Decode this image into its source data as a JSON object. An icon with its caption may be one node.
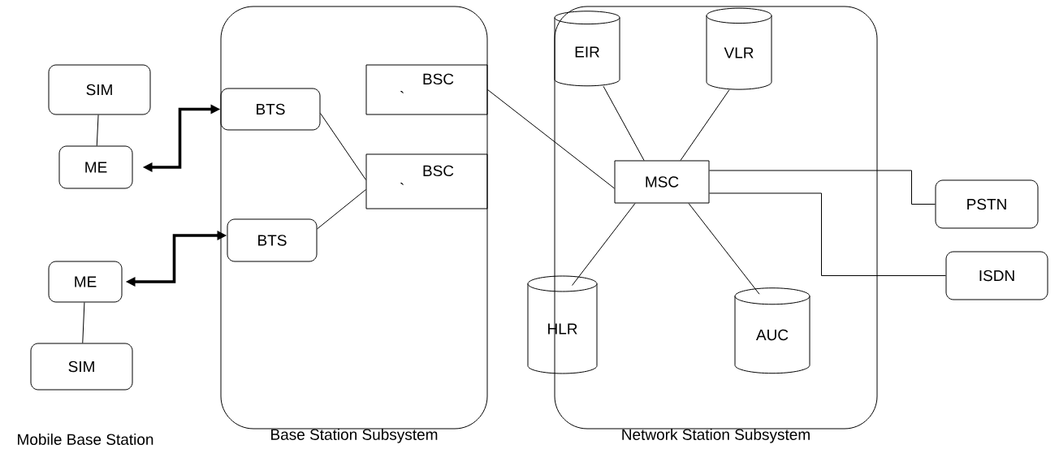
{
  "diagram": {
    "nodes": [
      {
        "text": [],
        "shape": "box",
        "beside": [
          "Base Station Subsystem"
        ]
      },
      {
        "text": [],
        "shape": "box",
        "beside": [
          "Network Station Subsystem"
        ]
      },
      {
        "text": [
          "SIM"
        ]
      },
      {
        "text": [
          "ME"
        ]
      },
      {
        "text": [
          "BTS"
        ],
        "in": 0
      },
      {
        "text": [
          "BSC",
          "`"
        ],
        "in": 0
      },
      {
        "text": [
          "BSC",
          "`"
        ],
        "in": 0
      },
      {
        "text": [
          "BTS"
        ],
        "in": 0
      },
      {
        "text": [
          "ME"
        ]
      },
      {
        "text": [
          "SIM"
        ]
      },
      {
        "text": [
          "EIR"
        ],
        "in": 1
      },
      {
        "text": [
          "VLR"
        ],
        "in": 1
      },
      {
        "text": [
          "MSC"
        ],
        "in": 1
      },
      {
        "text": [
          "PSTN"
        ]
      },
      {
        "text": [
          "ISDN"
        ]
      },
      {
        "text": [
          "HLR"
        ]
      },
      {
        "text": [
          "AUC"
        ],
        "in": 1
      }
    ],
    "edges": [
      {
        "from": 2,
        "to": 3,
        "arrow": "none"
      },
      {
        "from": 3,
        "to": 4,
        "arrow": "both",
        "style": "thick"
      },
      {
        "from": 4,
        "to": 6,
        "arrow": "none"
      },
      {
        "from": 7,
        "to": 6,
        "arrow": "none"
      },
      {
        "from": 5,
        "to": 12,
        "arrow": "none"
      },
      {
        "from": 10,
        "to": 12,
        "arrow": "none"
      },
      {
        "from": 11,
        "to": 12,
        "arrow": "none"
      },
      {
        "from": 12,
        "to": 13,
        "arrow": "none"
      },
      {
        "from": 12,
        "to": 14,
        "arrow": "none"
      },
      {
        "from": 8,
        "to": 7,
        "arrow": "both",
        "style": "thick"
      },
      {
        "from": 8,
        "to": 9,
        "arrow": "none"
      },
      {
        "from": 12,
        "to": 15,
        "arrow": "none"
      },
      {
        "from": 12,
        "to": 16,
        "arrow": "none"
      }
    ],
    "labels": [
      "Mobile Base Station"
    ]
  }
}
